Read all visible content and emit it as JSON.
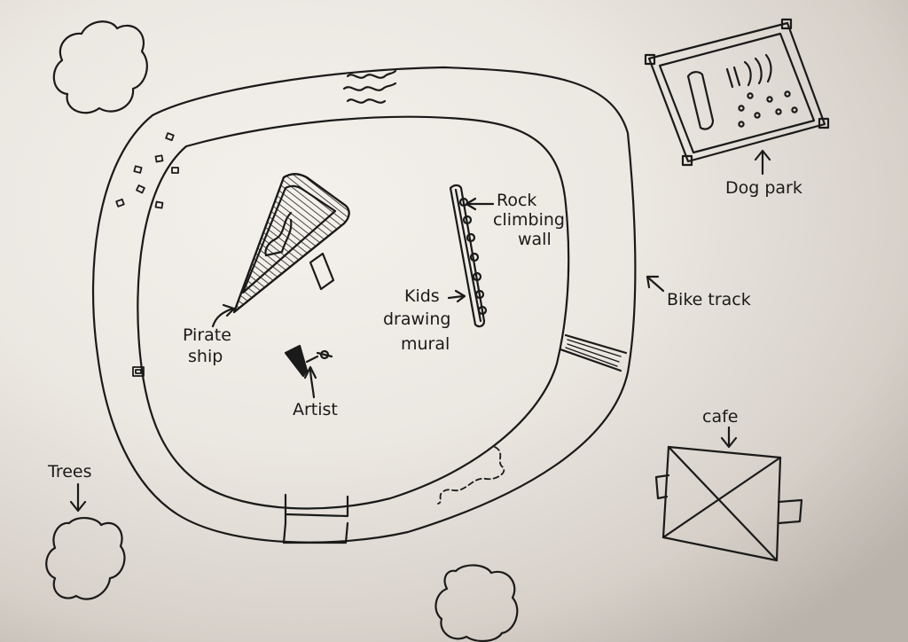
{
  "labels": {
    "dog_park": "Dog park",
    "rock_line1": "Rock",
    "rock_line2": "climbing",
    "rock_line3": "wall",
    "bike_track": "Bike track",
    "kids_line1": "Kids",
    "kids_line2": "drawing",
    "kids_line3": "mural",
    "pirate_line1": "Pirate",
    "pirate_line2": "ship",
    "artist": "Artist",
    "trees": "Trees",
    "cafe": "cafe"
  },
  "colors": {
    "paper_light": "#f4f1ec",
    "paper_shadow": "#b8b2ab",
    "ink": "#1a1a1a"
  }
}
